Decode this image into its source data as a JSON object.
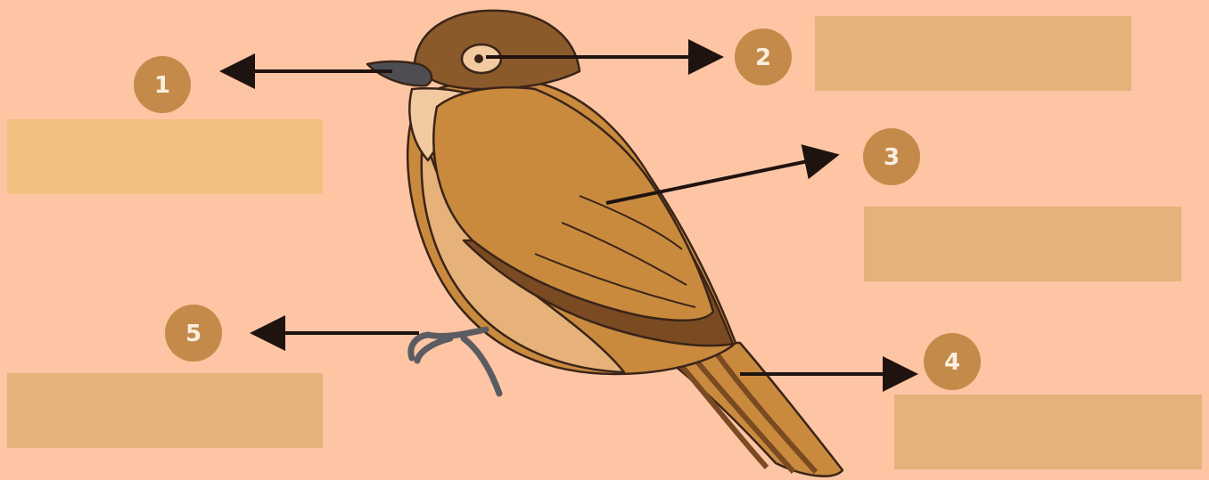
{
  "diagram": {
    "colors": {
      "background": "#fec5a4",
      "badge": "#c48a4a",
      "badge_text": "#fbeede",
      "label_box": "#e4b27b",
      "label_box_light": "#f2c07f",
      "arrow": "#1f1310",
      "outline": "#3a2418",
      "feather_light": "#c98a3e",
      "feather_dark": "#7a4a22",
      "belly": "#e6b27a",
      "throat": "#f3c9a0",
      "head": "#8b5a2b",
      "beak": "#4d4d52",
      "feet": "#5b5c61"
    },
    "callouts": [
      {
        "number": "1",
        "label": ""
      },
      {
        "number": "2",
        "label": ""
      },
      {
        "number": "3",
        "label": ""
      },
      {
        "number": "4",
        "label": ""
      },
      {
        "number": "5",
        "label": ""
      }
    ]
  }
}
